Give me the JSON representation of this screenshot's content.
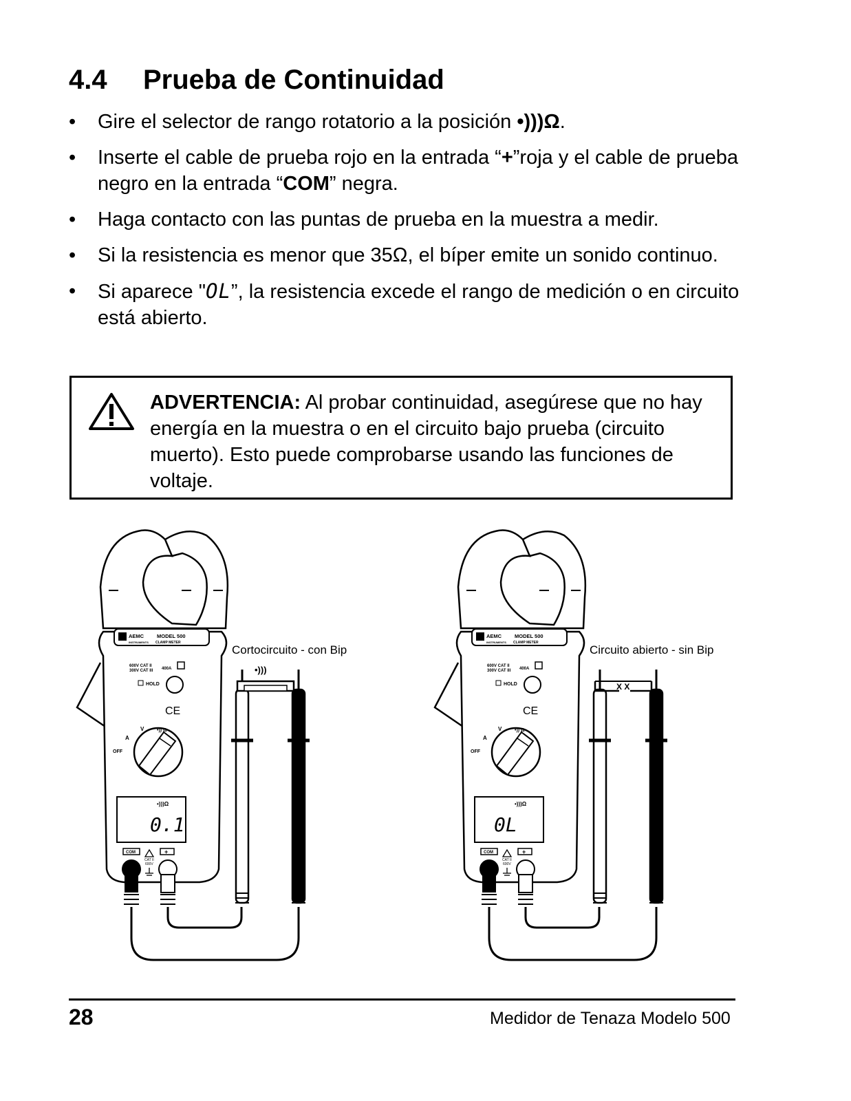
{
  "section": {
    "number": "4.4",
    "title": "Prueba de Continuidad"
  },
  "bullets": {
    "b1": {
      "text": "Gire el selector de rango rotatorio a la posición",
      "symbol": "•)))Ω",
      "end": "."
    },
    "b2": {
      "t1": "Inserte el cable de prueba rojo en la entrada “",
      "plus": "+",
      "t2": "”roja y el cable de prueba negro en la entrada “",
      "com": "COM",
      "t3": "” negra."
    },
    "b3": {
      "text": "Haga contacto con las puntas de prueba en la muestra a medir."
    },
    "b4": {
      "text": "Si la resistencia es menor que 35Ω, el bíper emite un sonido continuo."
    },
    "b5": {
      "t1": "Si aparece \"",
      "ol": "OL",
      "t2": "”, la resistencia excede el rango de medición o en circuito está abierto."
    }
  },
  "warning": {
    "label": "ADVERTENCIA:",
    "text": " Al probar continuidad, asegúrese que no hay energía en la muestra o en el circuito bajo prueba (circuito muerto). Esto puede comprobarse usando las funciones de voltaje."
  },
  "figure": {
    "left": {
      "caption": "Cortocircuito - con Bip",
      "display": "0.1",
      "display_unit": "•)))Ω",
      "beep": "•)))"
    },
    "right": {
      "caption": "Circuito abierto - sin Bip",
      "display": "0L",
      "display_unit": "•)))Ω",
      "open_mark": "X X"
    },
    "meter": {
      "brand": "AEMC",
      "brand_sub": "INSTRUMENTS",
      "model": "MODEL 500",
      "model_sub": "CLAMP METER",
      "rating1": "600V CAT II",
      "rating2": "300V CAT III",
      "amp": "400A",
      "hold": "HOLD",
      "ce": "CE",
      "dial_a": "A",
      "dial_v": "V",
      "dial_ohm": "•)) Ω",
      "off": "OFF",
      "com": "COM",
      "plus": "+",
      "cat": "CAT II",
      "cat_v": "600V"
    }
  },
  "footer": {
    "page": "28",
    "title": "Medidor de Tenaza Modelo 500"
  }
}
